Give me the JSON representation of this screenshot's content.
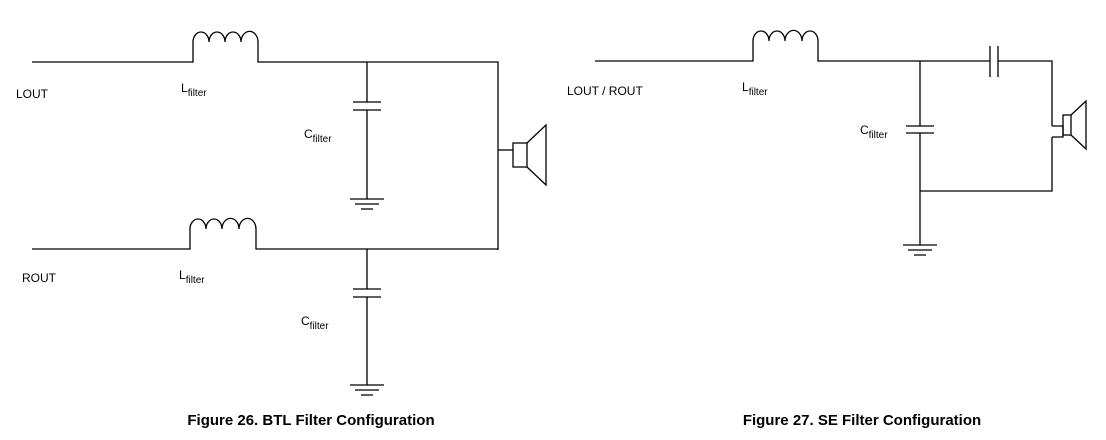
{
  "btl": {
    "in_left": "LOUT",
    "in_right": "ROUT",
    "inductor_symbol": "L",
    "capacitor_symbol": "C",
    "component_subscript": "filter",
    "caption": "Figure 26. BTL Filter Configuration"
  },
  "se": {
    "input": "LOUT / ROUT",
    "inductor_symbol": "L",
    "capacitor_symbol": "C",
    "component_subscript": "filter",
    "caption": "Figure 27. SE Filter Configuration"
  }
}
